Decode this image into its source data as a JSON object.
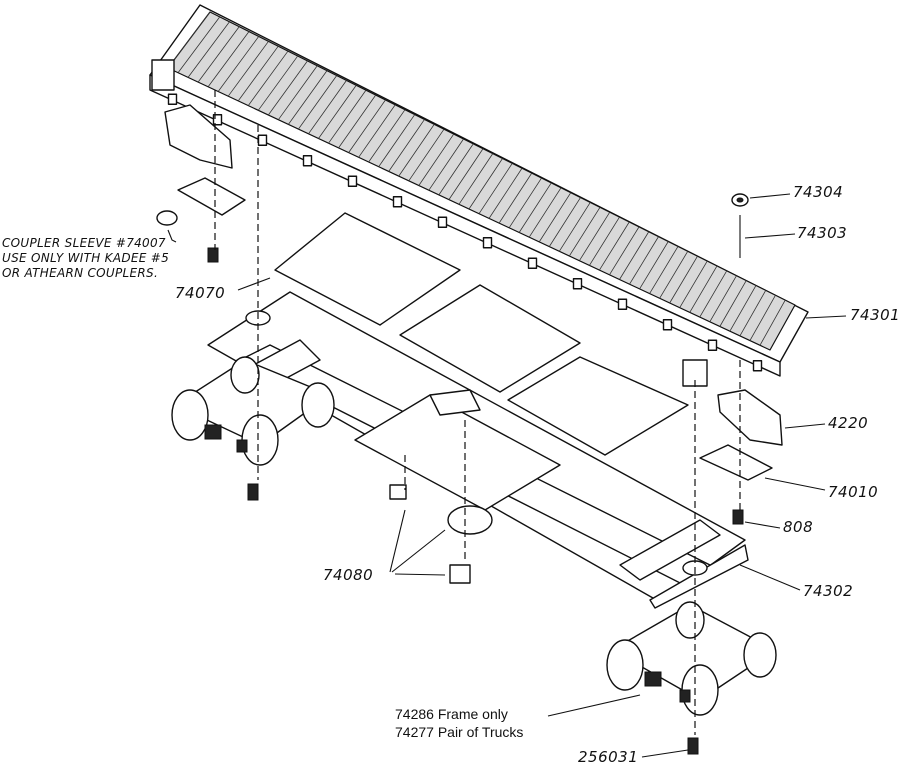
{
  "labels": {
    "coupler_note": [
      "COUPLER SLEEVE #74007",
      "USE ONLY WITH KADEE #5",
      "OR ATHEARN COUPLERS."
    ],
    "deck": "74301",
    "brake_wheel": "74304",
    "brake_staff": "74303",
    "weights": "74070",
    "coupler": "4220",
    "coupler_box": "74010",
    "screw_808": "808",
    "frame": "74302",
    "brake_parts": "74080",
    "truck_frame": "74286  Frame only",
    "truck_pair": "74277 Pair of Trucks",
    "truck_screw": "256031"
  }
}
